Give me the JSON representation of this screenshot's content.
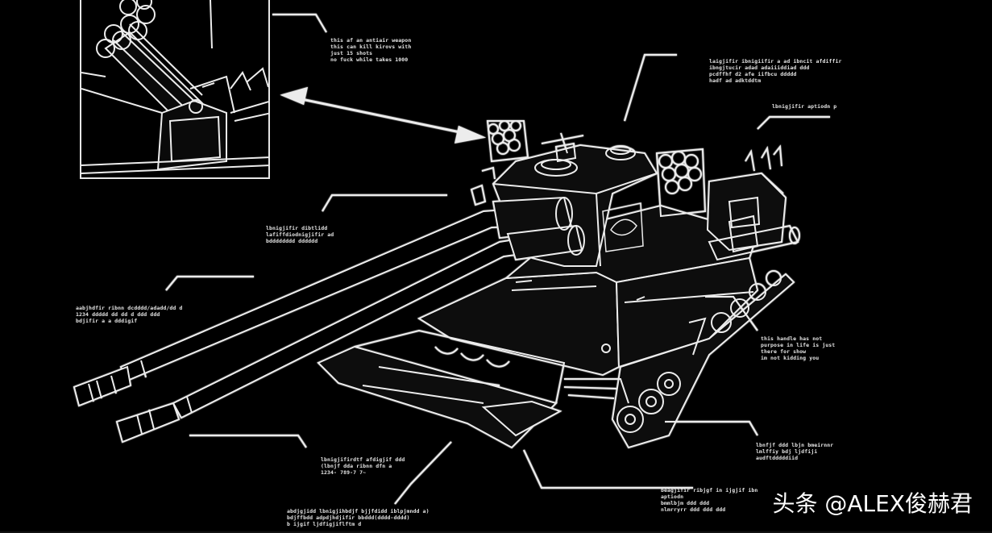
{
  "annotations": {
    "rocket_note": "this af an antiair weapon\nthis can kill kirovs with\njust 15 shots\nno fuck while takes 1000",
    "turret_note": "laigjifir ibnigiifir a ad ibncit afdiffir\nibngjtucir adad adaiiiddiad ddd\npcdffhf d2 afe iifbcu ddddd\nhadf ad adktddtm",
    "pod_note": "lbnigjifir aptiodn p",
    "barrel_upper_note": "lbnigjifir dibtlidd\nlafiffdiodnigjifir ad\nbdddddddd dddddd",
    "barrel_left_note": "aabjhdfir ribnn dcdddd/adadd/dd d\n1234 ddddd dd dd d ddd ddd\nbdjifir a a dddigif",
    "handle_note": "this handle has not\npurpose in life is just\nthere for show\nim not kidding you",
    "track_note": "lbnfjf ddd lbjn bmeirnnr\nlmlffiy bdj ljdfiji\naudftdddddiid",
    "bottom_left_note": "lbnigjifirdtf afdigjif ddd\n(lbnjf dda ribnn dfn a\n1234- 789-7 7~",
    "bottom_center_note": "abdjgjidd lbnigjihbdjf bjjfdidd iblpjmndd a)\nbdjffbdd adpdjhdjifir bbddd(dddd-dddd)\nb ijgif ljdfigjiflftm d",
    "bottom_right_note": "beagjifir ribjgf in ijgjif ibn\naptiodn\nbmmlbjm ddd ddd\nnlmrryrr ddd ddd ddd"
  },
  "watermark": {
    "platform": "头条",
    "author": "@ALEX俊赫君"
  },
  "colors": {
    "background": "#000000",
    "line": "#e8e8e8",
    "text": "#e6e6e6"
  }
}
